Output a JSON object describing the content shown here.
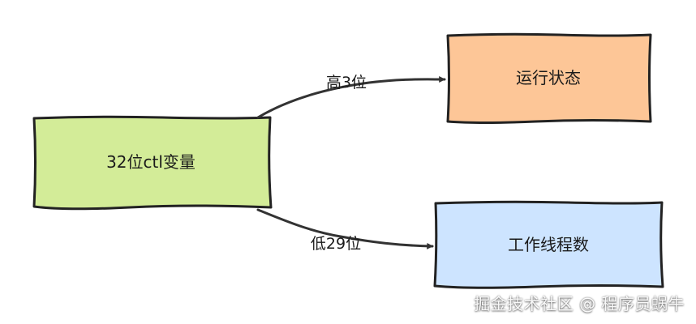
{
  "nodes": {
    "source": {
      "label": "32位ctl变量",
      "fill": "#d3ec98"
    },
    "top": {
      "label": "运行状态",
      "fill": "#fdc697"
    },
    "bottom": {
      "label": "工作线程数",
      "fill": "#cde4ff"
    }
  },
  "edges": {
    "top": {
      "label": "高3位"
    },
    "bottom": {
      "label": "低29位"
    }
  },
  "watermark": "掘金技术社区 @ 程序员蜗牛",
  "colors": {
    "stroke": "#222222",
    "arrow": "#333333"
  }
}
